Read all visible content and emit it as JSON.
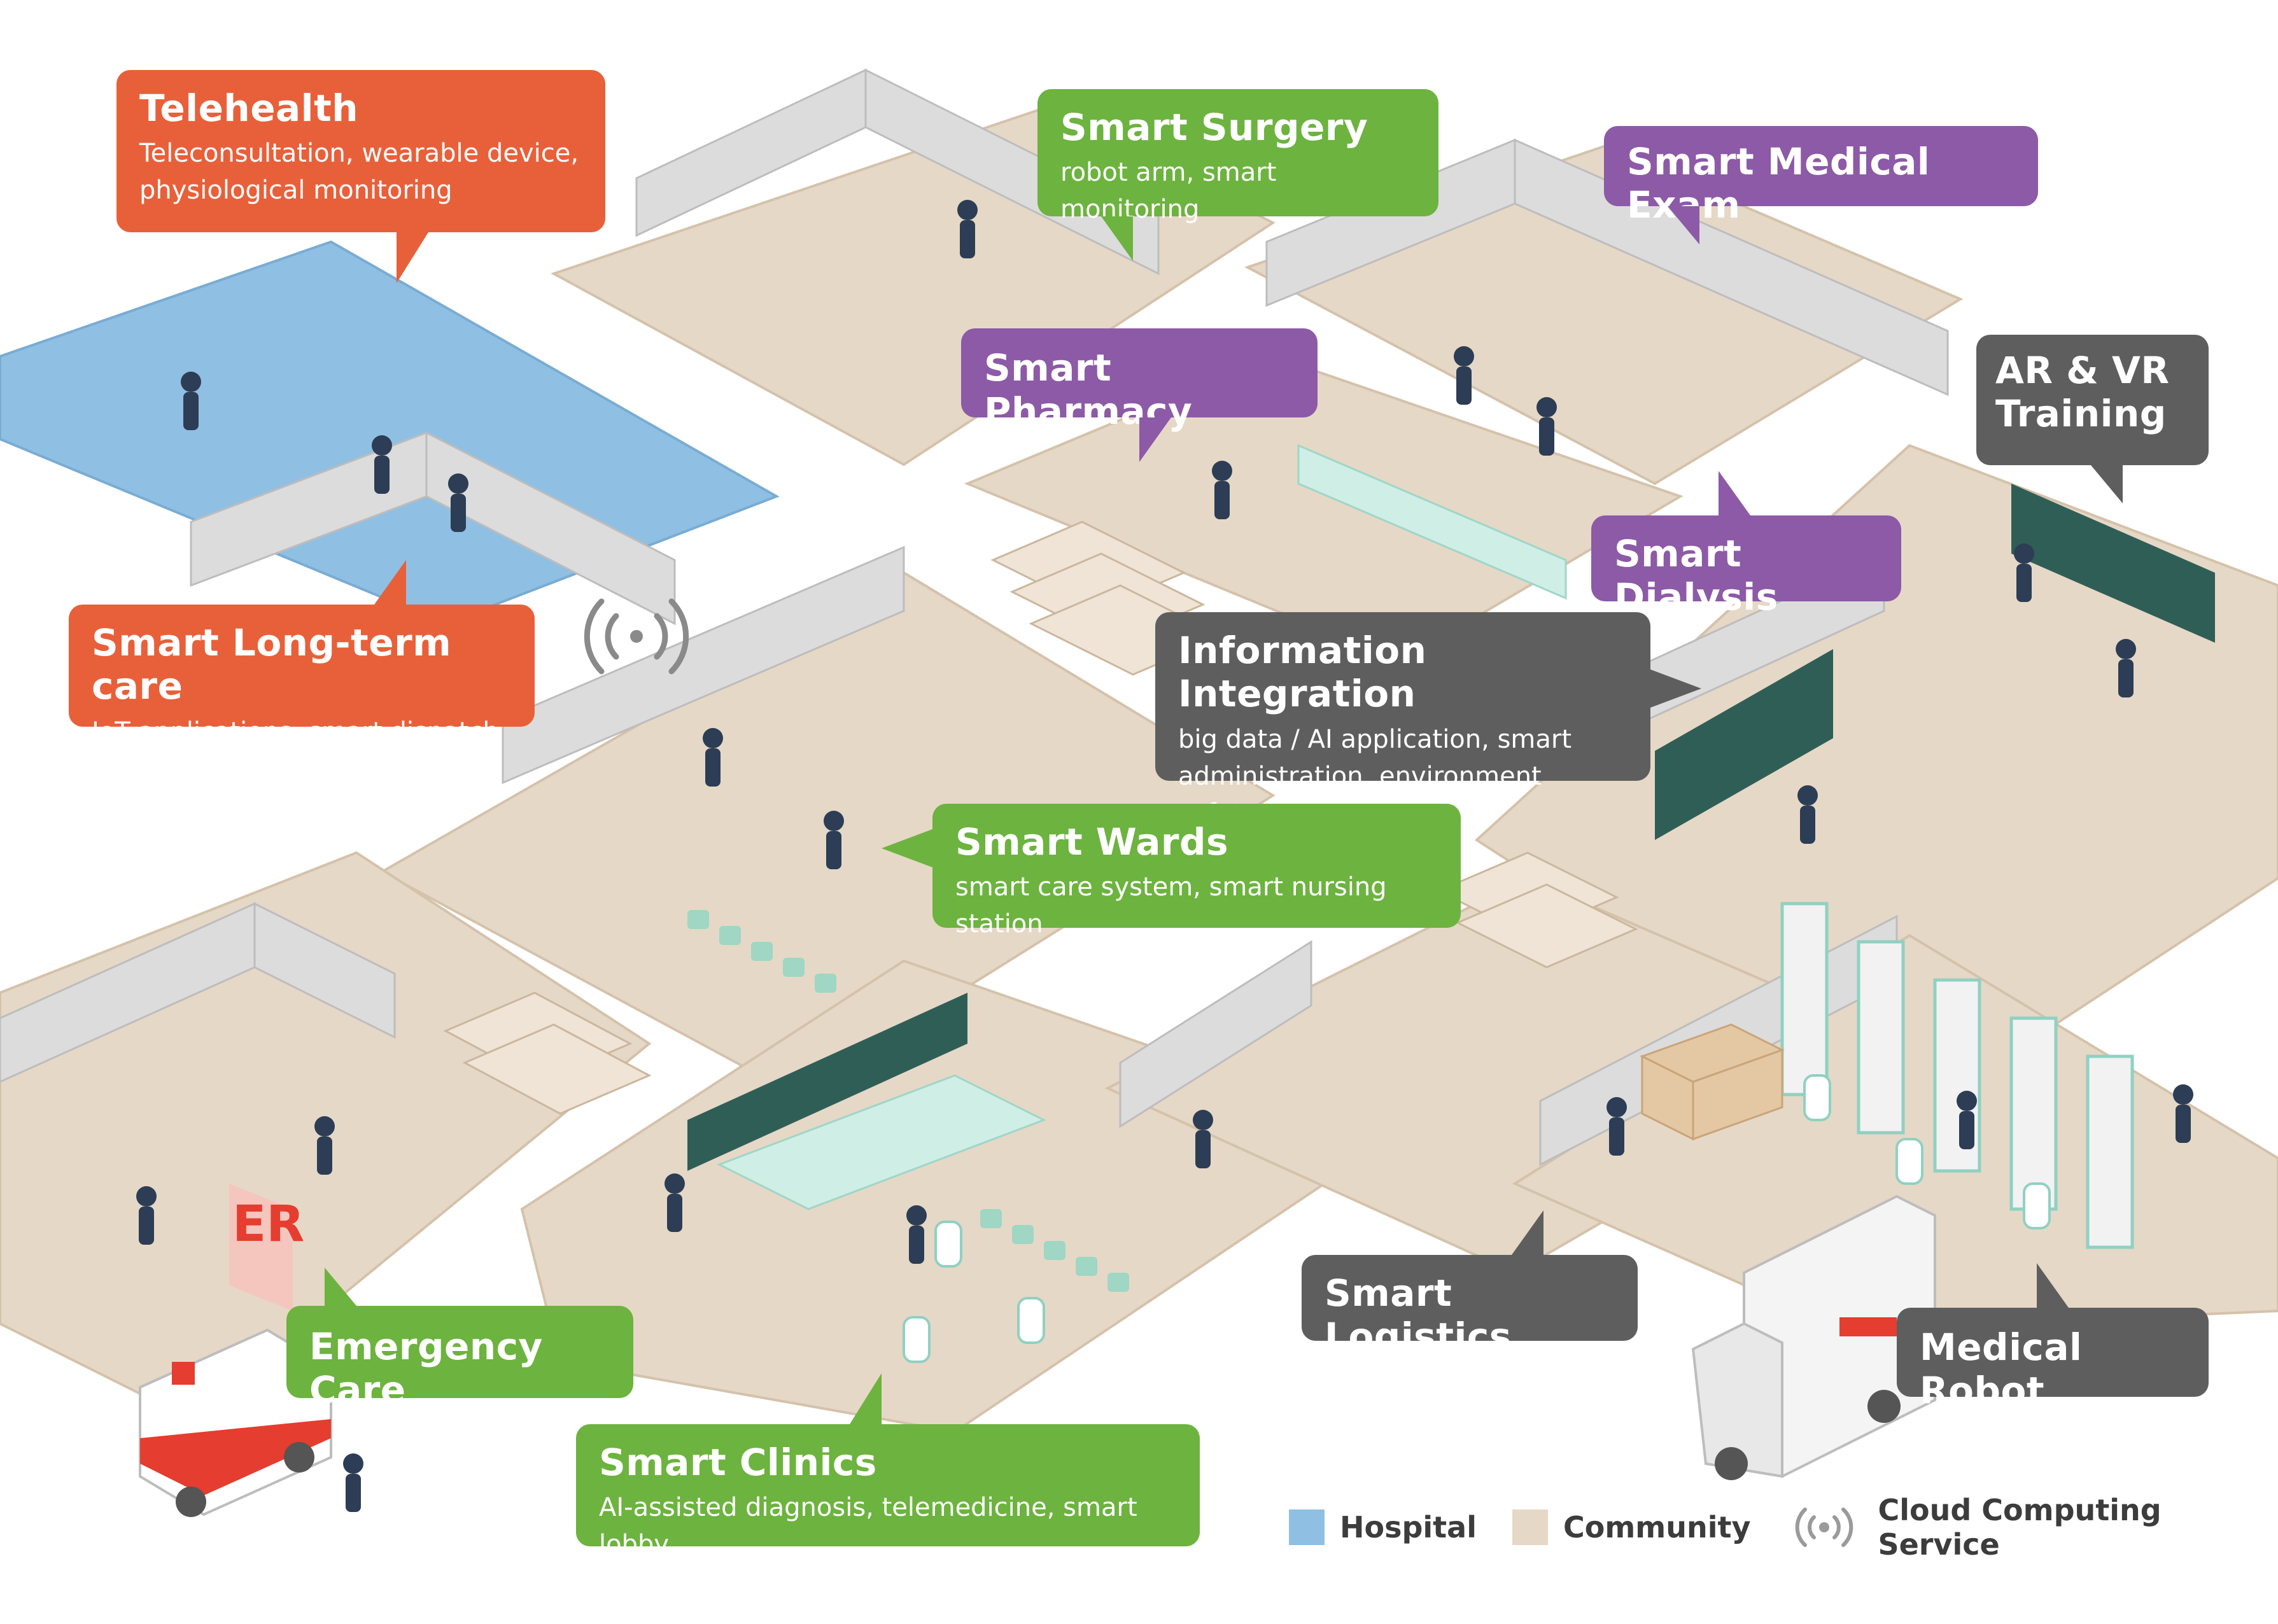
{
  "callouts": {
    "telehealth": {
      "title": "Telehealth",
      "subtitle_1": "Teleconsultation, wearable device,",
      "subtitle_2": "physiological monitoring"
    },
    "smart_surgery": {
      "title": "Smart Surgery",
      "subtitle_1": "robot arm, smart monitoring"
    },
    "smart_medical_exam": {
      "title": "Smart Medical Exam"
    },
    "smart_pharmacy": {
      "title": "Smart Pharmacy"
    },
    "ar_vr_training": {
      "title_1": "AR & VR",
      "title_2": "Training"
    },
    "smart_dialysis": {
      "title": "Smart Dialysis"
    },
    "smart_long_term_care": {
      "title": "Smart Long-term care",
      "subtitle_1": "IoT applications, smart dispatch"
    },
    "information_integration": {
      "title": "Information Integration",
      "subtitle_1": "big data / AI application, smart",
      "subtitle_2": "administration, environment safety"
    },
    "smart_wards": {
      "title": "Smart Wards",
      "subtitle_1": "smart care system, smart nursing station"
    },
    "smart_logistics": {
      "title": "Smart Logistics"
    },
    "emergency_care": {
      "title": "Emergency Care"
    },
    "medical_robot": {
      "title": "Medical Robot"
    },
    "smart_clinics": {
      "title": "Smart Clinics",
      "subtitle_1": "AI-assisted diagnosis, telemedicine, smart lobby"
    }
  },
  "signs": {
    "er": "ER"
  },
  "legend": {
    "hospital": {
      "label": "Hospital",
      "color": "#8fbfe3"
    },
    "community": {
      "label": "Community",
      "color": "#e6d8c6"
    },
    "cloud": {
      "label": "Cloud Computing Service",
      "icon": "wifi-signal-icon"
    }
  },
  "colors": {
    "orange": "#e8603a",
    "green": "#6db33f",
    "purple": "#8c5aa6",
    "gray": "#5e5e5e",
    "hospital_floor": "#8fbfe3",
    "community_floor": "#e6d8c6"
  }
}
